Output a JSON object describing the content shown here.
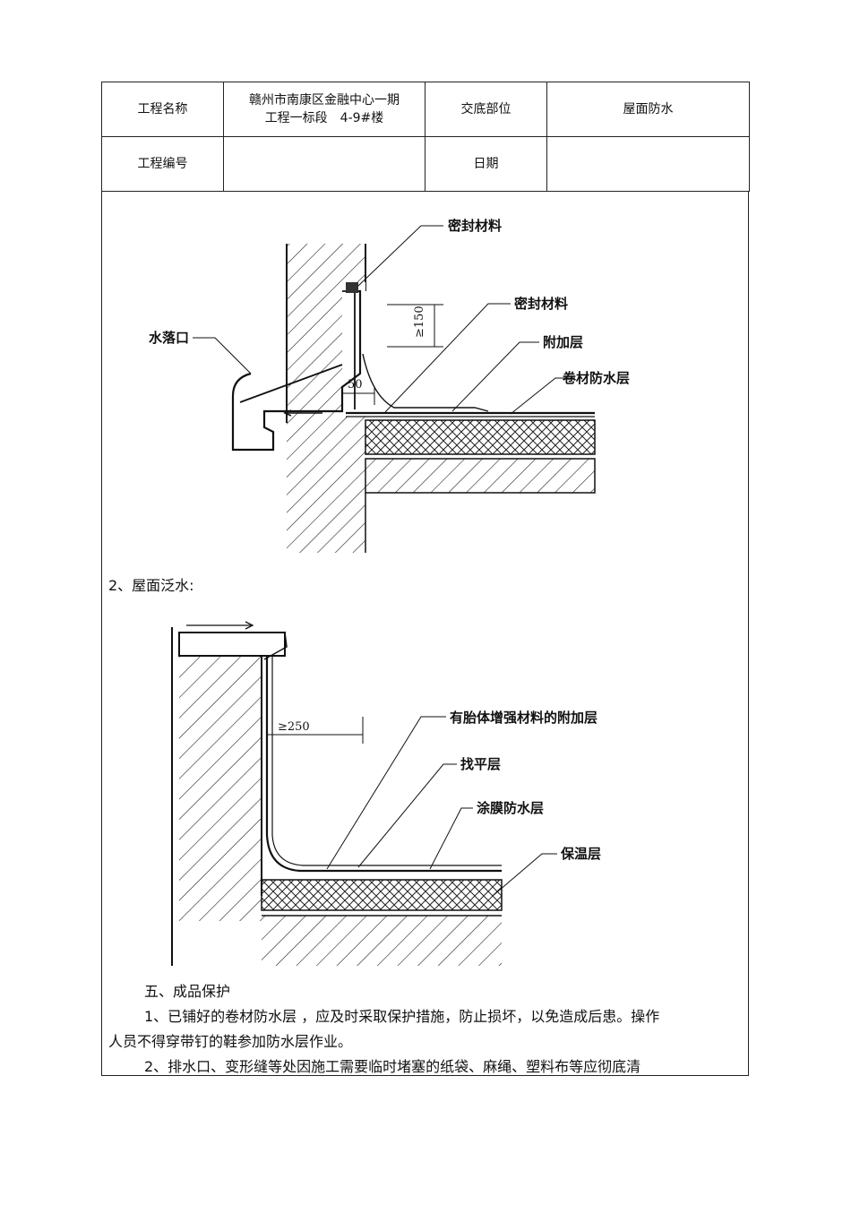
{
  "header": {
    "project_name_label": "工程名称",
    "project_name_value_line1": "赣州市南康区金融中心一期",
    "project_name_value_line2": "工程一标段　4-9#楼",
    "location_label": "交底部位",
    "location_value": "屋面防水",
    "project_no_label": "工程编号",
    "project_no_value": "",
    "date_label": "日期",
    "date_value": ""
  },
  "figure1": {
    "label_seal_top": "密封材料",
    "label_seal_mid": "密封材料",
    "label_additional": "附加层",
    "label_membrane": "卷材防水层",
    "label_outlet": "水落口",
    "dim_150": "≥150",
    "dim_50": "50"
  },
  "section2_title": "2、屋面泛水:",
  "figure2": {
    "label_reinforced": "有胎体增强材料的附加层",
    "label_leveling": "找平层",
    "label_coating": "涂膜防水层",
    "label_insulation": "保温层",
    "dim_250": "≥250"
  },
  "section5": {
    "title": "五、成品保护",
    "p1_line1": "1、已铺好的卷材防水层 ，应及时采取保护措施，防止损坏，以免造成后患。操作",
    "p1_line2": "人员不得穿带钉的鞋参加防水层作业。",
    "p2_line1": "2、排水口、变形缝等处因施工需要临时堵塞的纸袋、麻绳、塑料布等应彻底清"
  }
}
